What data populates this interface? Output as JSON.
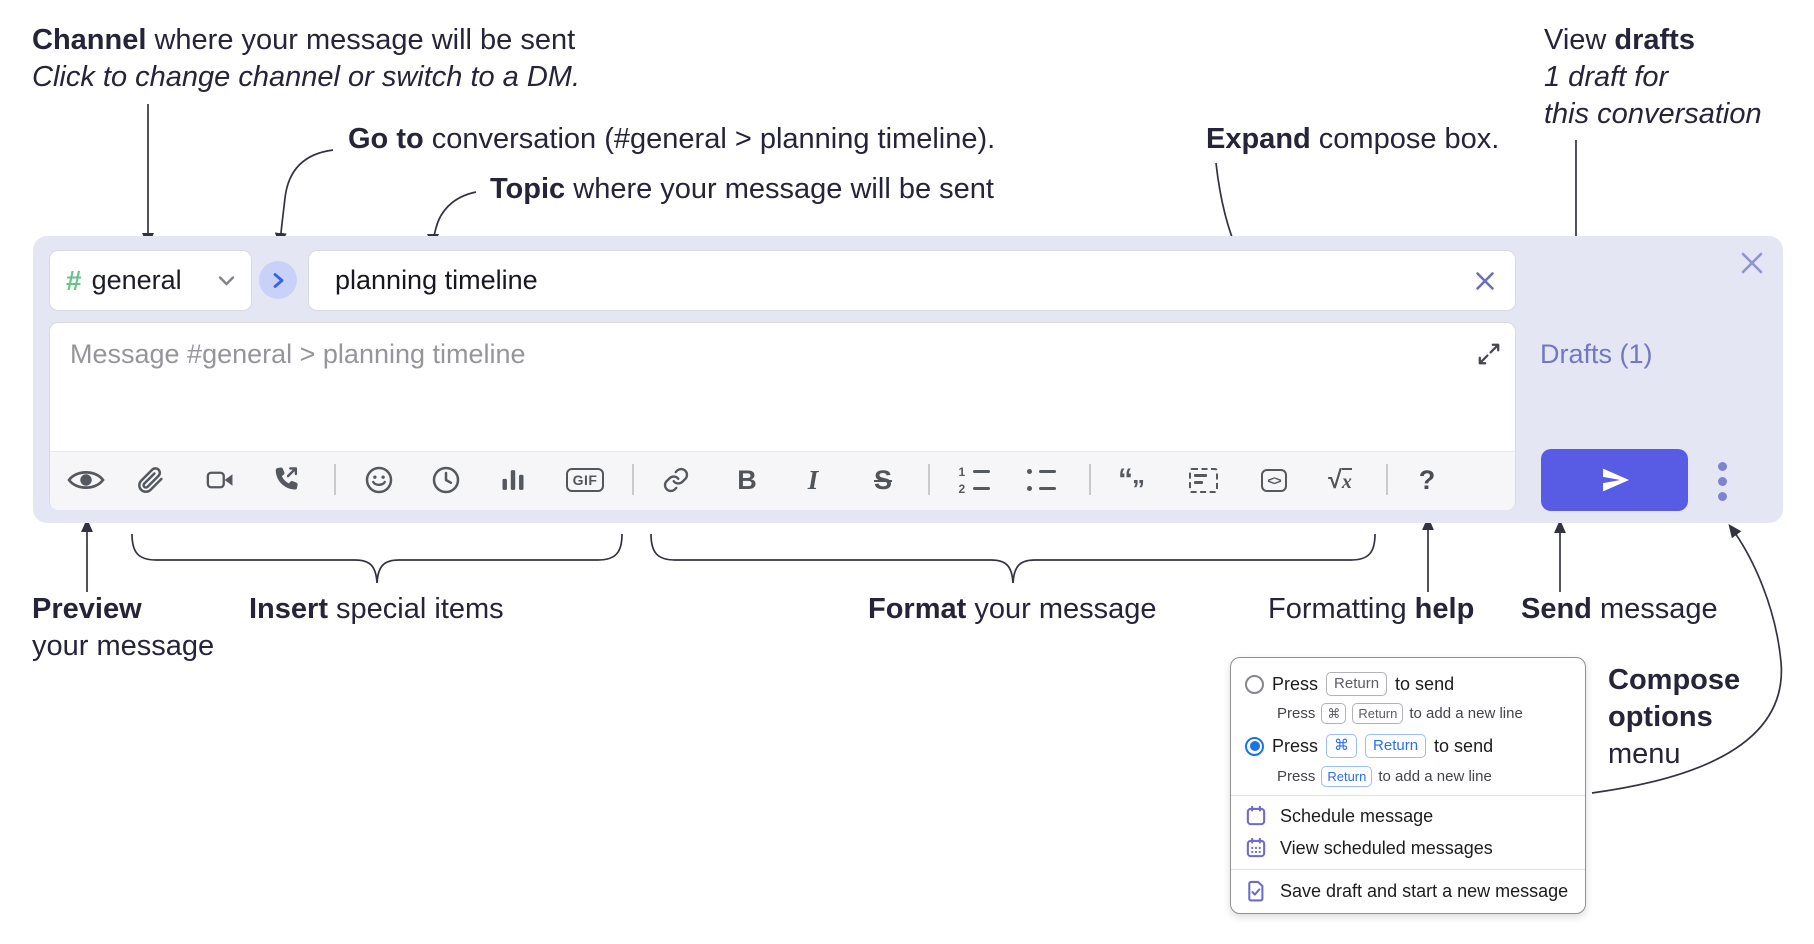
{
  "annotations": {
    "channel": {
      "bold": "Channel",
      "text": " where your message will be sent",
      "line2": "Click to change channel or switch to a DM."
    },
    "goto": {
      "bold": "Go to",
      "text": " conversation (#general > planning timeline)."
    },
    "topic": {
      "bold": "Topic",
      "text": " where your message will be sent"
    },
    "expand": {
      "bold": "Expand",
      "text": " compose box."
    },
    "drafts": {
      "pre": "View ",
      "bold": "drafts",
      "line2": "1 draft for",
      "line3": "this conversation"
    },
    "preview": {
      "bold": "Preview",
      "line2": "your message"
    },
    "insert": {
      "bold": "Insert",
      "text": " special items"
    },
    "format": {
      "bold": "Format",
      "text": " your message"
    },
    "help": {
      "pre": "Formatting ",
      "bold": "help"
    },
    "send": {
      "bold": "Send",
      "text": " message"
    },
    "compose_options": {
      "bold1": "Compose",
      "bold2": "options",
      "line3": "menu"
    }
  },
  "composer": {
    "channel": {
      "hash": "#",
      "name": "general"
    },
    "topic_value": "planning timeline",
    "message_placeholder": "Message #general > planning timeline",
    "drafts_link": "Drafts (1)"
  },
  "toolbar": {
    "gif": "GIF",
    "bold": "B",
    "italic": "I",
    "strike": "S",
    "ol_1": "1",
    "ol_2": "2",
    "quote_open": "“",
    "quote_close": "”",
    "code": "<>",
    "sqrt": "√",
    "sqrt_x": "x",
    "help": "?"
  },
  "menu": {
    "option1": {
      "press": "Press",
      "key": "Return",
      "after": "to send",
      "sub_press": "Press",
      "sub_key1": "⌘",
      "sub_key2": "Return",
      "sub_after": "to add a new line"
    },
    "option2": {
      "press": "Press",
      "key1": "⌘",
      "key2": "Return",
      "after": "to send",
      "sub_press": "Press",
      "sub_key": "Return",
      "sub_after": "to add a new line"
    },
    "schedule": "Schedule message",
    "view_scheduled": "View scheduled messages",
    "save_draft": "Save draft and start a new message"
  },
  "colors": {
    "composer_bg": "#e4e6f4",
    "send_accent": "#585ce5",
    "hash_green": "#66c287",
    "drafts_purple": "#7177c2",
    "selected_blue": "#1a73e8",
    "menu_icon_purple": "#6f6cc9",
    "goto_blue": "#3b62ea"
  }
}
